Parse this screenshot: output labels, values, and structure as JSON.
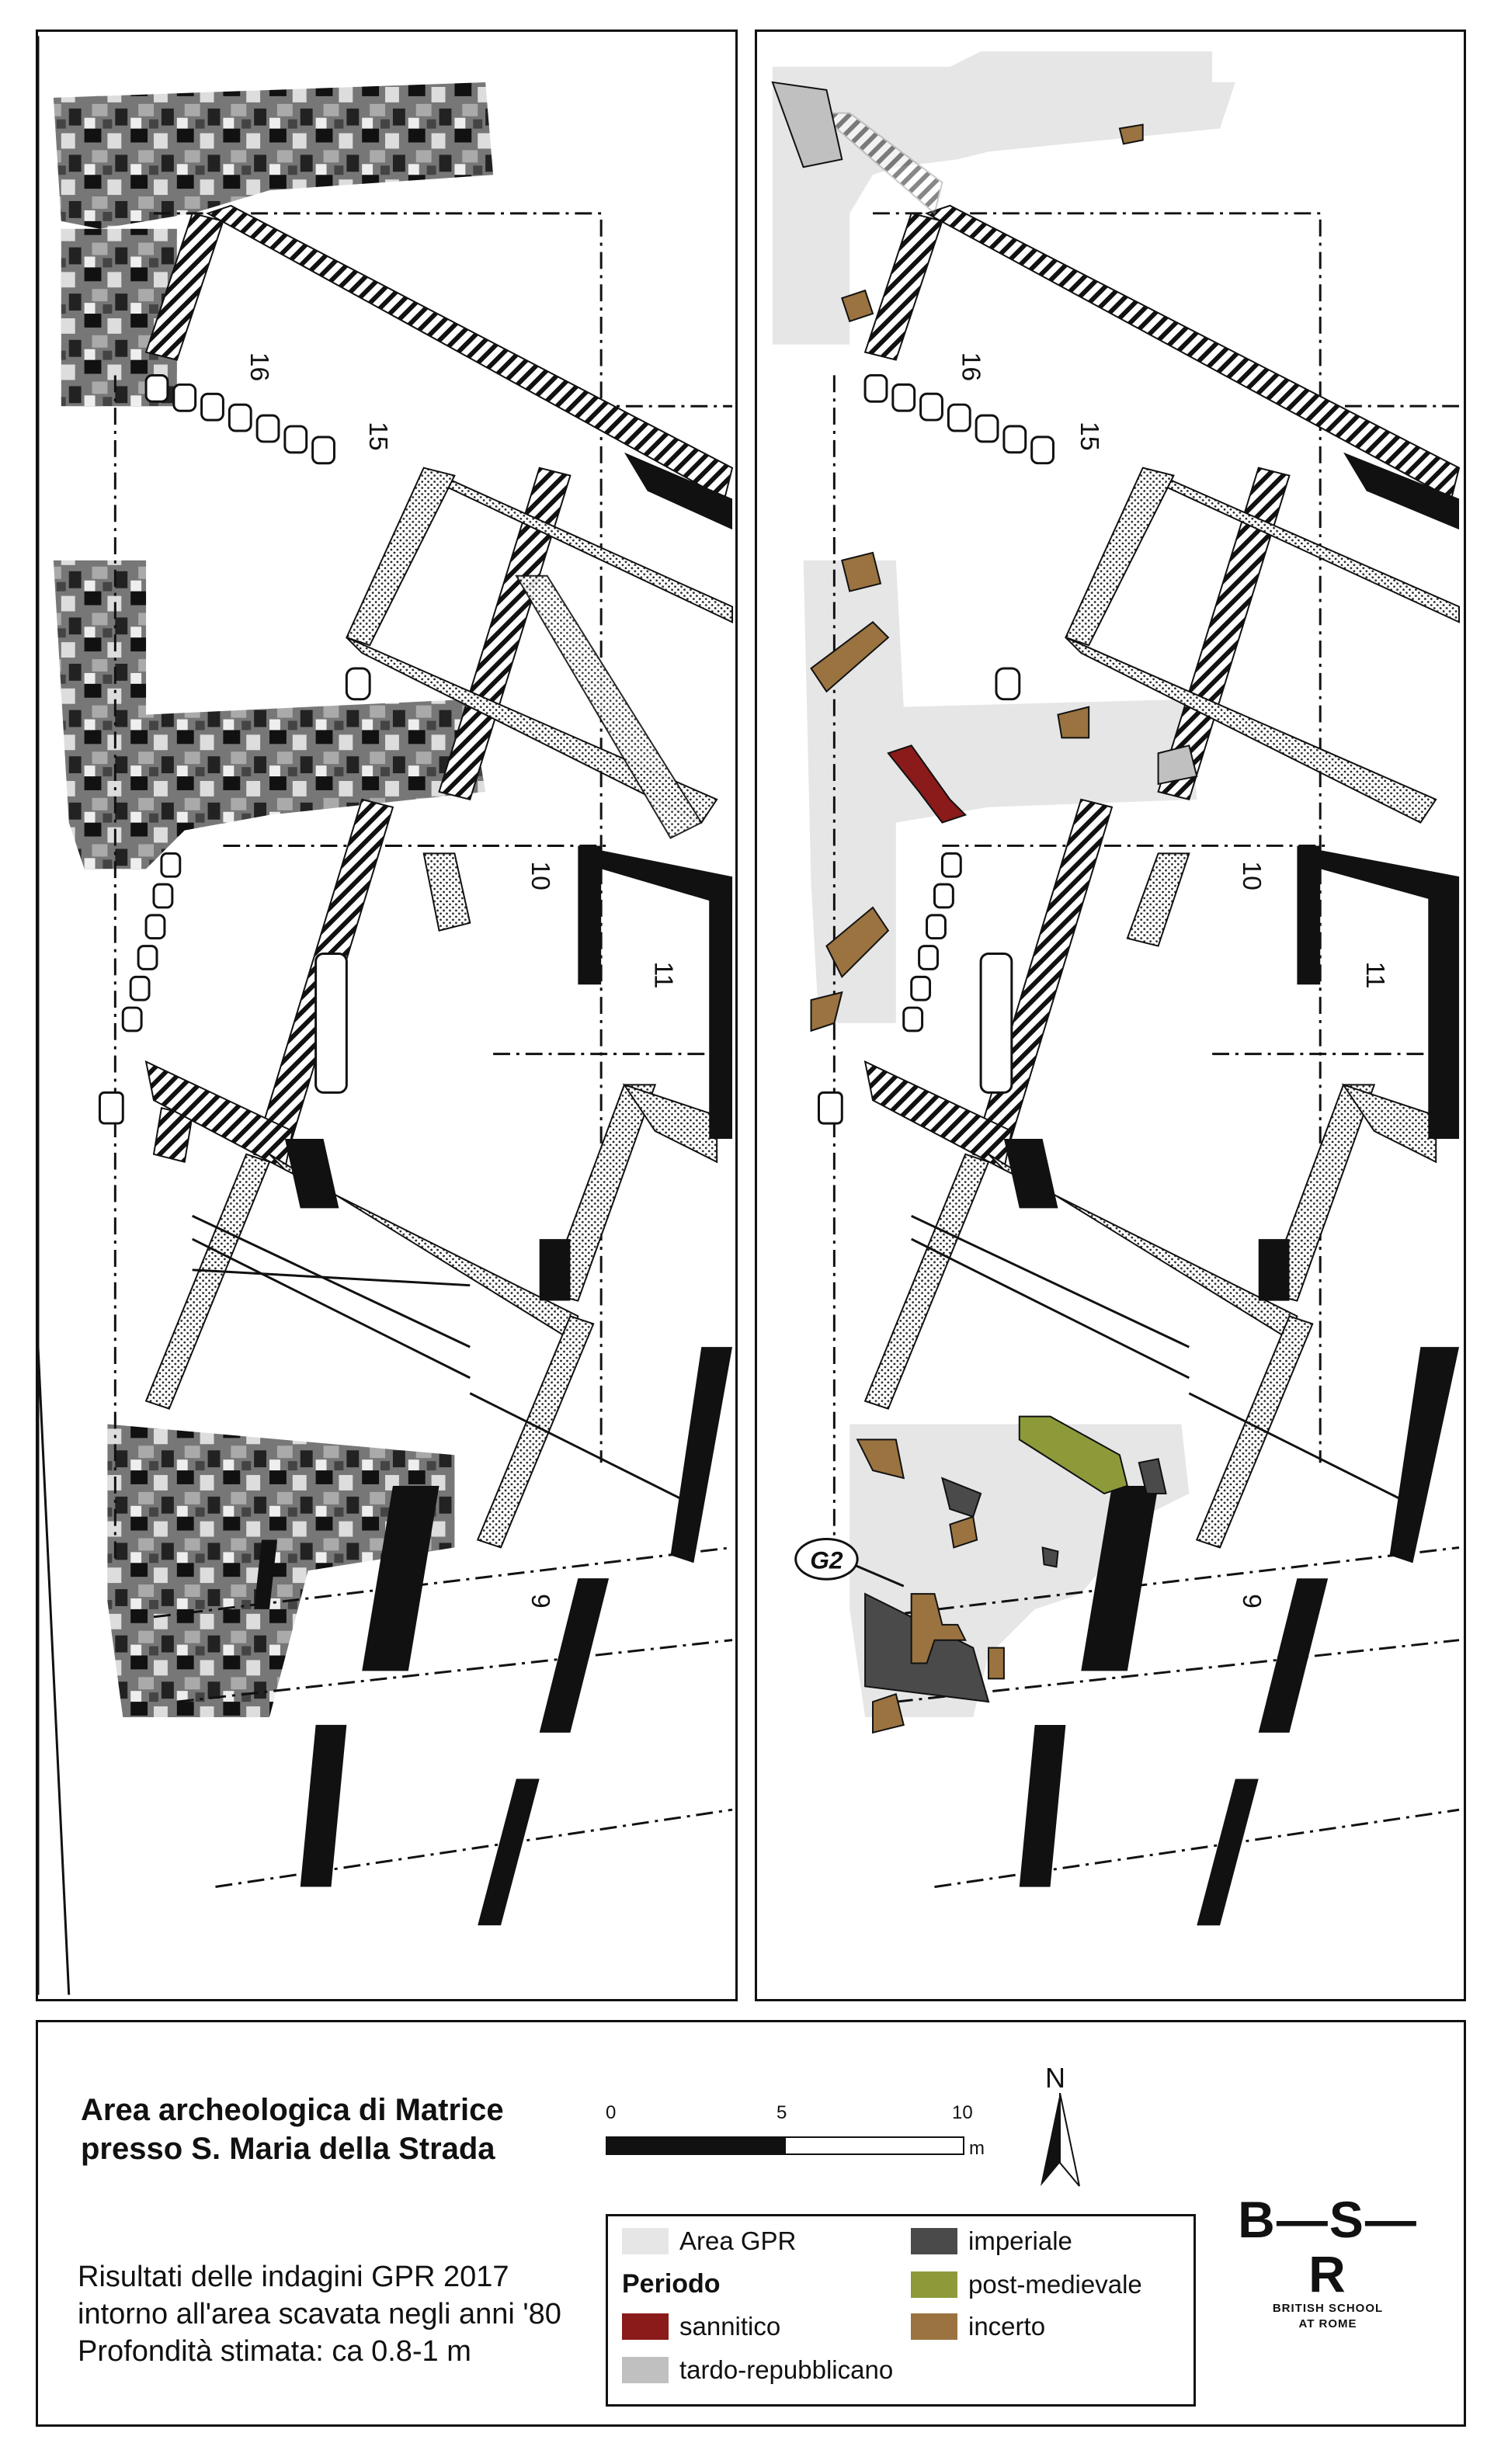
{
  "map": {
    "room_labels": [
      "16",
      "15",
      "10",
      "11",
      "9"
    ],
    "marker": "G2"
  },
  "title": {
    "line1": "Area archeologica di Matrice",
    "line2": "presso S. Maria della Strada"
  },
  "results": {
    "line1": "Risultati delle indagini GPR 2017",
    "line2": "intorno all'area scavata negli anni '80",
    "line3": "Profondità stimata: ca 0.8-1 m"
  },
  "scale": {
    "ticks": [
      "0",
      "5",
      "10"
    ],
    "unit": "m"
  },
  "north": "N",
  "legend": {
    "area_label": "Area GPR",
    "heading": "Periodo",
    "items": [
      {
        "label": "sannitico",
        "color": "#8b1a1a"
      },
      {
        "label": "tardo-repubblicano",
        "color": "#c0c0c0"
      },
      {
        "label": "imperiale",
        "color": "#4a4a4a"
      },
      {
        "label": "post-medievale",
        "color": "#8e9a3a"
      },
      {
        "label": "incerto",
        "color": "#9a7340"
      }
    ],
    "area_color": "#e6e6e6"
  },
  "logo": {
    "text": "B—S—R",
    "sub1": "BRITISH SCHOOL",
    "sub2": "AT ROME"
  }
}
